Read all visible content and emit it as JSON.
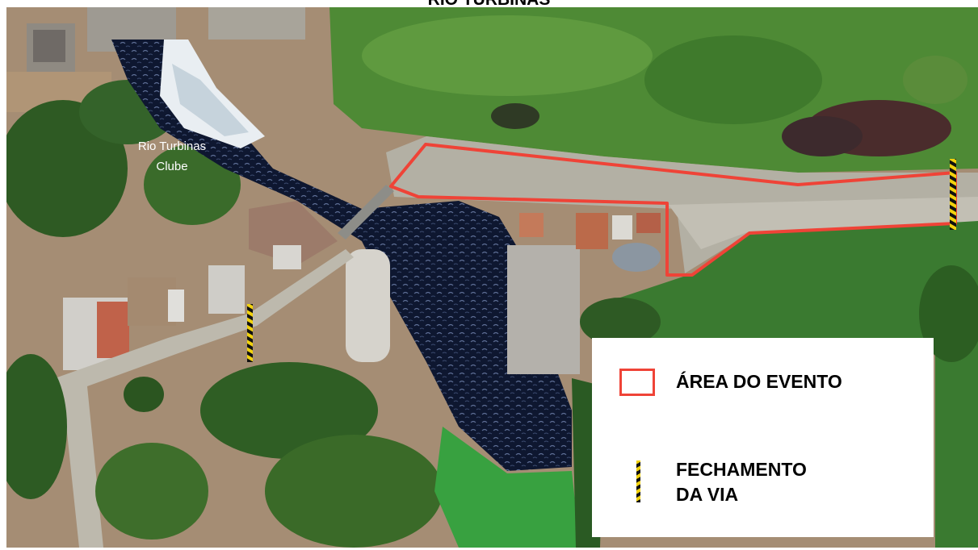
{
  "map": {
    "title": "RIO TURBINAS",
    "place_labels": [
      {
        "line1": "Rio Turbinas",
        "line2": "Clube"
      }
    ],
    "legend": {
      "items": [
        {
          "label": "ÁREA DO EVENTO",
          "symbol": "red-outline-square"
        },
        {
          "label_line1": "FECHAMENTO",
          "label_line2": "DA VIA",
          "symbol": "yellow-black-striped-bar"
        }
      ]
    },
    "colors": {
      "event_area_outline": "#ef4337",
      "closure_yellow": "#f2d20d",
      "closure_black": "#111111",
      "water": "#10192f",
      "vegetation": "#3f7a2f"
    }
  }
}
